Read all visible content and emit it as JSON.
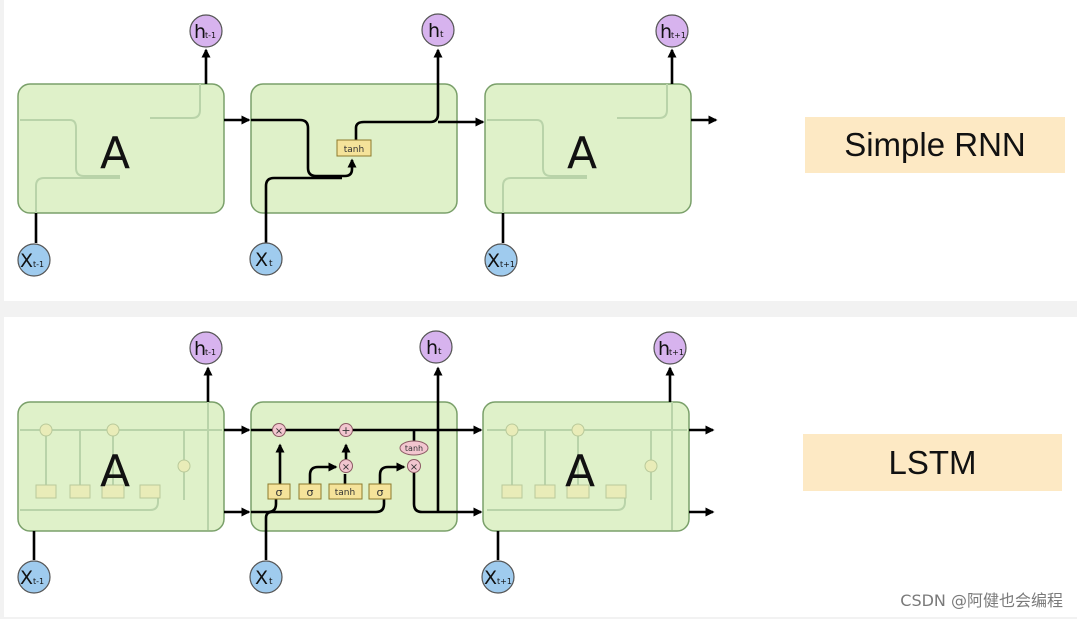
{
  "rnn": {
    "label": "Simple RNN",
    "cell_label": "A",
    "gate_label": "tanh"
  },
  "lstm": {
    "label": "LSTM",
    "cell_label": "A",
    "gates": [
      "σ",
      "σ",
      "tanh",
      "σ"
    ],
    "output_gate": "tanh",
    "multiply_symbol": "×",
    "add_symbol": "+"
  },
  "nodes": {
    "h_prev": {
      "main": "h",
      "sub": "t-1"
    },
    "h_cur": {
      "main": "h",
      "sub": "t"
    },
    "h_next": {
      "main": "h",
      "sub": "t+1"
    },
    "x_prev": {
      "main": "X",
      "sub": "t-1"
    },
    "x_cur": {
      "main": "X",
      "sub": "t"
    },
    "x_next": {
      "main": "X",
      "sub": "t+1"
    }
  },
  "colors": {
    "cell_fill": "#dff1c9",
    "cell_stroke": "#7aa06a",
    "h_node": "#d7b3ee",
    "x_node": "#9fcbee",
    "gate_fill": "#f5e39a",
    "op_fill": "#f2c6cf",
    "label_bg": "#fde9c4"
  },
  "watermark": "CSDN @阿健也会编程"
}
